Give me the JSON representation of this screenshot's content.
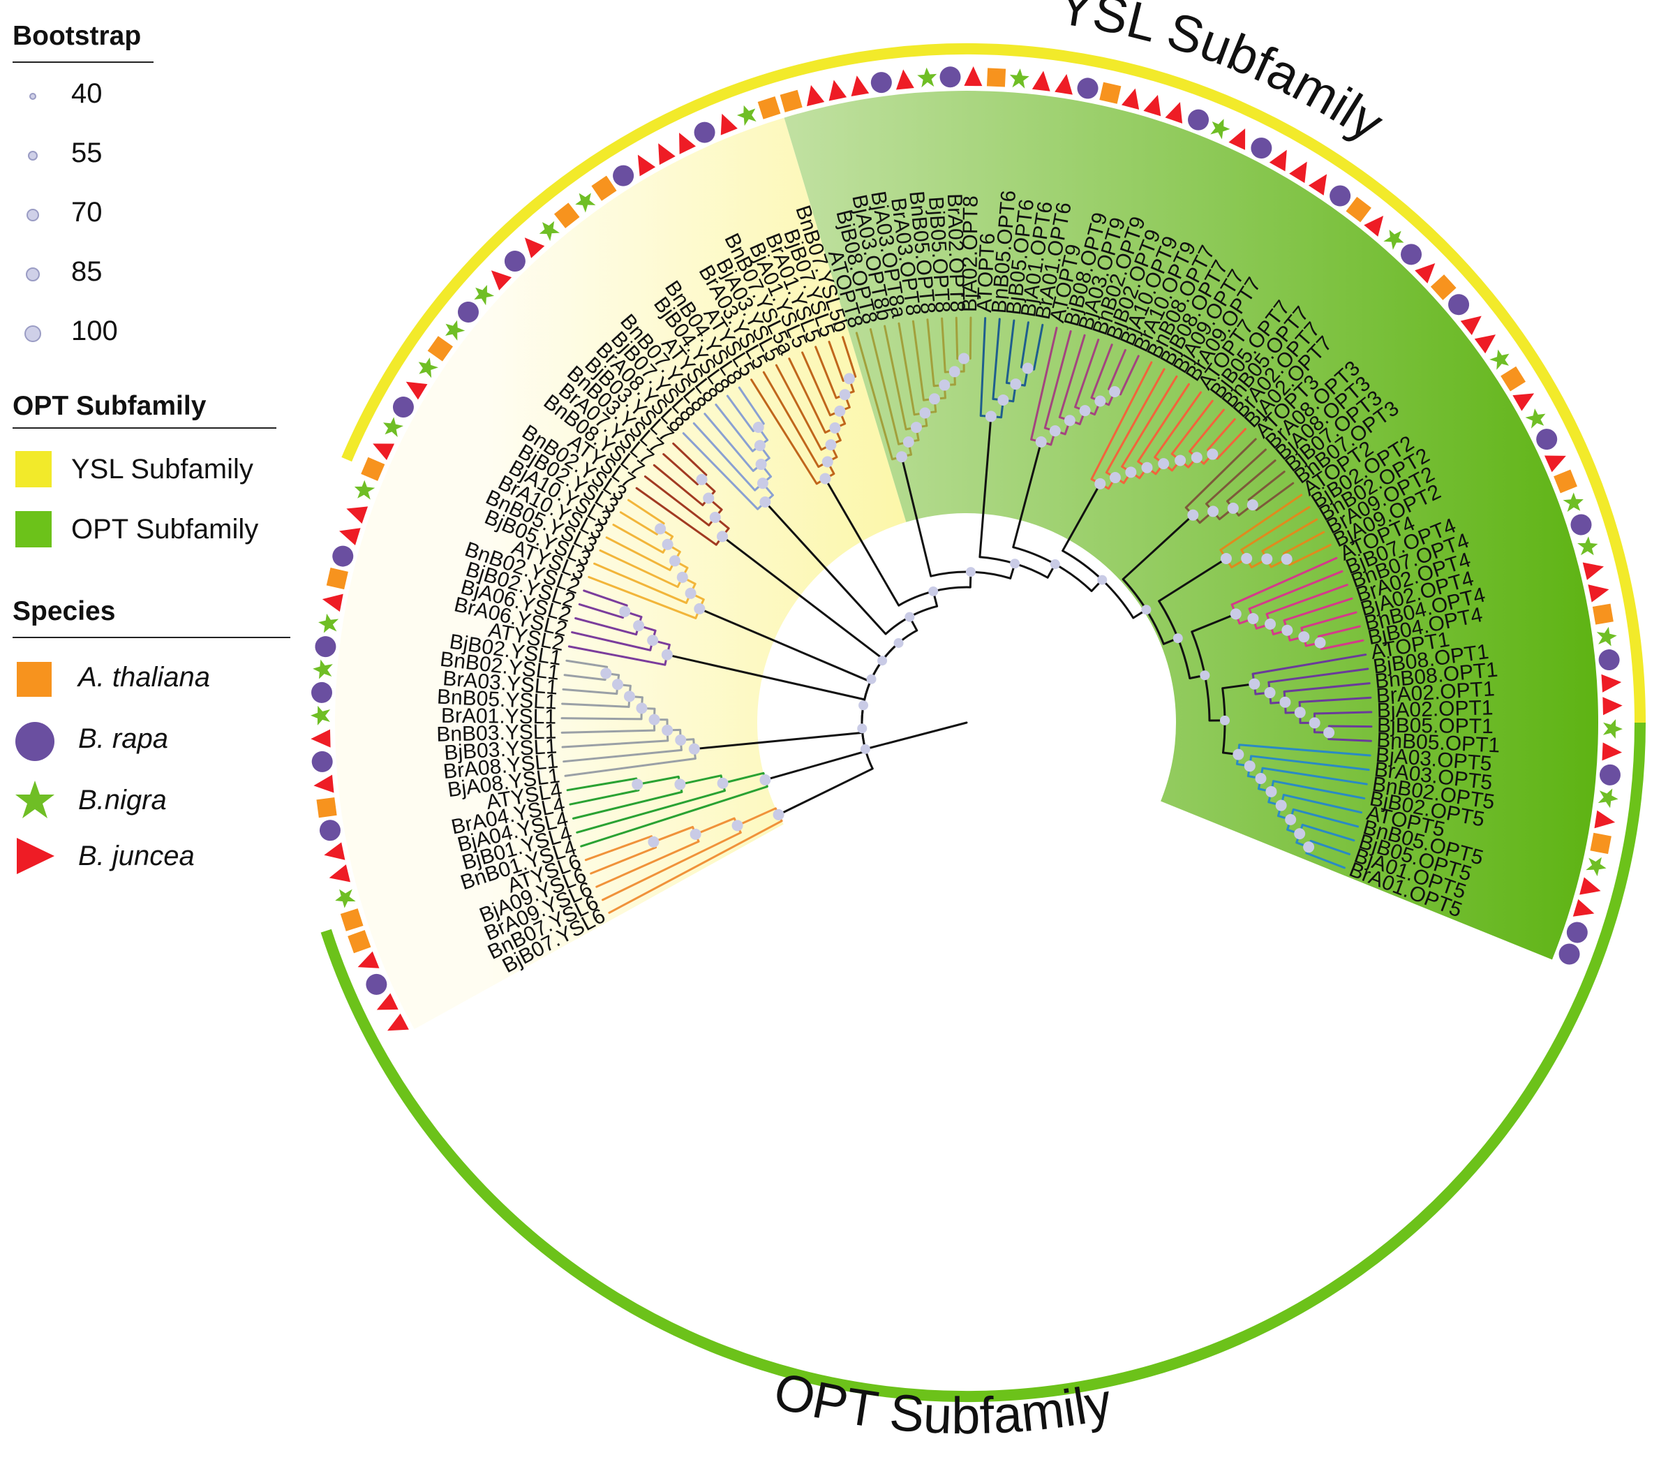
{
  "legend": {
    "bootstrap_title": "Bootstrap",
    "bootstrap_values": [
      "40",
      "55",
      "70",
      "85",
      "100"
    ],
    "subfamily_title": "OPT Subfamily",
    "subfamilies": [
      {
        "label": "YSL Subfamily",
        "color": "#f2ea2a"
      },
      {
        "label": "OPT Subfamily",
        "color": "#6cc21a"
      }
    ],
    "species_title": "Species",
    "species": [
      {
        "label": "A. thaliana",
        "shape": "square",
        "color": "#f7931e"
      },
      {
        "label": "B. rapa",
        "shape": "circle",
        "color": "#6a4fa0"
      },
      {
        "label": "B.nigra",
        "shape": "star",
        "color": "#6fbe25"
      },
      {
        "label": "B. juncea",
        "shape": "triangle",
        "color": "#ee1c25"
      }
    ]
  },
  "arc_titles": {
    "ysl": "YSL Subfamily",
    "opt": "OPT Subfamily"
  },
  "tree": {
    "leaves": [
      {
        "label": "BjB07.YSL6",
        "shape": "triangle",
        "clade": "orange"
      },
      {
        "label": "BnB07.YSL6",
        "shape": "triangle",
        "clade": "orange"
      },
      {
        "label": "BrA09.YSL6",
        "shape": "circle",
        "clade": "orange"
      },
      {
        "label": "BjA09.YSL6",
        "shape": "triangle",
        "clade": "orange"
      },
      {
        "label": "ATYSL6",
        "shape": "square",
        "clade": "orange"
      },
      {
        "label": "BnB01.YSL4",
        "shape": "square",
        "clade": "green"
      },
      {
        "label": "BjB01.YSL4",
        "shape": "star",
        "clade": "green"
      },
      {
        "label": "BjA04.YSL4",
        "shape": "triangle",
        "clade": "green"
      },
      {
        "label": "BrA04.YSL4",
        "shape": "triangle",
        "clade": "green"
      },
      {
        "label": "ATYSL4",
        "shape": "circle",
        "clade": "green"
      },
      {
        "label": "BjA08.YSL1",
        "shape": "square",
        "clade": "gray"
      },
      {
        "label": "BrA08.YSL1",
        "shape": "triangle",
        "clade": "gray"
      },
      {
        "label": "BjB03.YSL1",
        "shape": "circle",
        "clade": "gray"
      },
      {
        "label": "BnB03.YSL1",
        "shape": "triangle",
        "clade": "gray"
      },
      {
        "label": "BrA01.YSL1",
        "shape": "star",
        "clade": "gray"
      },
      {
        "label": "BnB05.YSL1",
        "shape": "circle",
        "clade": "gray"
      },
      {
        "label": "BrA03.YSL1",
        "shape": "star",
        "clade": "gray"
      },
      {
        "label": "BnB02.YSL1",
        "shape": "circle",
        "clade": "gray"
      },
      {
        "label": "BjB02.YSL1",
        "shape": "star",
        "clade": "gray"
      },
      {
        "label": "ATYSL2",
        "shape": "triangle",
        "clade": "purple"
      },
      {
        "label": "BrA06.YSL2",
        "shape": "square",
        "clade": "purple"
      },
      {
        "label": "BjA06.YSL2",
        "shape": "circle",
        "clade": "purple"
      },
      {
        "label": "BjB02.YSL2",
        "shape": "triangle",
        "clade": "purple"
      },
      {
        "label": "BnB02.YSL2",
        "shape": "triangle",
        "clade": "purple"
      },
      {
        "label": "ATYSL3",
        "shape": "star",
        "clade": "yellow"
      },
      {
        "label": "BjB05.YSL3",
        "shape": "square",
        "clade": "yellow"
      },
      {
        "label": "BnB05.YSL3",
        "shape": "triangle",
        "clade": "yellow"
      },
      {
        "label": "BrA10.YSL3",
        "shape": "star",
        "clade": "yellow"
      },
      {
        "label": "BjA10.YSL3",
        "shape": "circle",
        "clade": "yellow"
      },
      {
        "label": "BjB02.YSL3",
        "shape": "triangle",
        "clade": "yellow"
      },
      {
        "label": "BnB02.YSL3",
        "shape": "star",
        "clade": "yellow"
      },
      {
        "label": "ATYSL7",
        "shape": "square",
        "clade": "red"
      },
      {
        "label": "BnB08.YSL7",
        "shape": "star",
        "clade": "red"
      },
      {
        "label": "BrA07.YSL7",
        "shape": "circle",
        "clade": "red"
      },
      {
        "label": "BnB03.YSL7",
        "shape": "star",
        "clade": "red"
      },
      {
        "label": "BjB03.YSL7",
        "shape": "triangle",
        "clade": "red"
      },
      {
        "label": "BrA08.YSL8",
        "shape": "circle",
        "clade": "blue"
      },
      {
        "label": "BjB07.YSL8",
        "shape": "triangle",
        "clade": "blue"
      },
      {
        "label": "BnB07.YSL8",
        "shape": "star",
        "clade": "blue"
      },
      {
        "label": "ATYSL8",
        "shape": "square",
        "clade": "blue"
      },
      {
        "label": "BjB04.YSL8",
        "shape": "star",
        "clade": "blue"
      },
      {
        "label": "BnB04.YSL8",
        "shape": "square",
        "clade": "blue"
      },
      {
        "label": "ATYSL5",
        "shape": "circle",
        "clade": "brown"
      },
      {
        "label": "BrA03.YSL5",
        "shape": "triangle",
        "clade": "brown"
      },
      {
        "label": "BjA03.YSL5",
        "shape": "triangle",
        "clade": "brown"
      },
      {
        "label": "BnB07.YSL5a",
        "shape": "triangle",
        "clade": "brown"
      },
      {
        "label": "BjA01.YSL5",
        "shape": "circle",
        "clade": "brown"
      },
      {
        "label": "BrA01.YSL5",
        "shape": "triangle",
        "clade": "brown"
      },
      {
        "label": "BjB07.YSL5",
        "shape": "star",
        "clade": "brown"
      },
      {
        "label": "BnB07.YSL5b",
        "shape": "square",
        "clade": "brown"
      },
      {
        "label": "ATOPT8",
        "shape": "square",
        "clade": "olive"
      },
      {
        "label": "BjB08.OPT8",
        "shape": "triangle",
        "clade": "olive"
      },
      {
        "label": "BjA03.OPT8b",
        "shape": "triangle",
        "clade": "olive"
      },
      {
        "label": "BjA03.OPT8a",
        "shape": "triangle",
        "clade": "olive"
      },
      {
        "label": "BrA03.OPT8",
        "shape": "circle",
        "clade": "olive"
      },
      {
        "label": "BnB05.OPT8",
        "shape": "triangle",
        "clade": "olive"
      },
      {
        "label": "BjB05.OPT8",
        "shape": "star",
        "clade": "olive"
      },
      {
        "label": "BrA02.OPT8",
        "shape": "circle",
        "clade": "olive"
      },
      {
        "label": "BjA02.OPT8",
        "shape": "triangle",
        "clade": "olive"
      },
      {
        "label": "ATOPT6",
        "shape": "square",
        "clade": "navy"
      },
      {
        "label": "BnB05.OPT6",
        "shape": "star",
        "clade": "navy"
      },
      {
        "label": "BjB05.OPT6",
        "shape": "triangle",
        "clade": "navy"
      },
      {
        "label": "BjA01.OPT6",
        "shape": "triangle",
        "clade": "navy"
      },
      {
        "label": "BrA01.OPT6",
        "shape": "circle",
        "clade": "navy"
      },
      {
        "label": "ATOPT9",
        "shape": "square",
        "clade": "plum"
      },
      {
        "label": "BjB08.OPT9",
        "shape": "triangle",
        "clade": "plum"
      },
      {
        "label": "BjA03.OPT9",
        "shape": "triangle",
        "clade": "plum"
      },
      {
        "label": "BnB02.OPT9",
        "shape": "triangle",
        "clade": "plum"
      },
      {
        "label": "BjB02.OPT9",
        "shape": "circle",
        "clade": "plum"
      },
      {
        "label": "BjA10.OPT9",
        "shape": "star",
        "clade": "plum"
      },
      {
        "label": "BrA10.OPT9",
        "shape": "triangle",
        "clade": "plum"
      },
      {
        "label": "BnB08.OPT7",
        "shape": "circle",
        "clade": "coral"
      },
      {
        "label": "BjB08.OPT7",
        "shape": "triangle",
        "clade": "coral"
      },
      {
        "label": "BjA09.OPT7",
        "shape": "triangle",
        "clade": "coral"
      },
      {
        "label": "BrA09.OPT7",
        "shape": "triangle",
        "clade": "coral"
      },
      {
        "label": "ATOPT7",
        "shape": "circle",
        "clade": "coral"
      },
      {
        "label": "BjB05.OPT7",
        "shape": "square",
        "clade": "coral"
      },
      {
        "label": "BnB05.OPT7",
        "shape": "triangle",
        "clade": "coral"
      },
      {
        "label": "BrA02.OPT7",
        "shape": "star",
        "clade": "coral"
      },
      {
        "label": "BjA02.OPT7",
        "shape": "circle",
        "clade": "coral"
      },
      {
        "label": "ATOPT3",
        "shape": "triangle",
        "clade": "sepia"
      },
      {
        "label": "BrA08.OPT3",
        "shape": "square",
        "clade": "sepia"
      },
      {
        "label": "BjA08.OPT3",
        "shape": "circle",
        "clade": "sepia"
      },
      {
        "label": "BjB07.OPT3",
        "shape": "triangle",
        "clade": "sepia"
      },
      {
        "label": "BnB07.OPT3",
        "shape": "triangle",
        "clade": "sepia"
      },
      {
        "label": "ATOPT2",
        "shape": "star",
        "clade": "amber"
      },
      {
        "label": "BjB02.OPT2",
        "shape": "square",
        "clade": "amber"
      },
      {
        "label": "BnB02.OPT2",
        "shape": "triangle",
        "clade": "amber"
      },
      {
        "label": "BrA09.OPT2",
        "shape": "star",
        "clade": "amber"
      },
      {
        "label": "BjA09.OPT2",
        "shape": "circle",
        "clade": "amber"
      },
      {
        "label": "ATOPT4",
        "shape": "triangle",
        "clade": "magenta"
      },
      {
        "label": "BjB07.OPT4",
        "shape": "square",
        "clade": "magenta"
      },
      {
        "label": "BnB07.OPT4",
        "shape": "star",
        "clade": "magenta"
      },
      {
        "label": "BrA02.OPT4",
        "shape": "circle",
        "clade": "magenta"
      },
      {
        "label": "BjA02.OPT4",
        "shape": "star",
        "clade": "magenta"
      },
      {
        "label": "BnB04.OPT4",
        "shape": "triangle",
        "clade": "magenta"
      },
      {
        "label": "BjB04.OPT4",
        "shape": "triangle",
        "clade": "magenta"
      },
      {
        "label": "ATOPT1",
        "shape": "square",
        "clade": "violet"
      },
      {
        "label": "BjB08.OPT1",
        "shape": "star",
        "clade": "violet"
      },
      {
        "label": "BnB08.OPT1",
        "shape": "circle",
        "clade": "violet"
      },
      {
        "label": "BrA02.OPT1",
        "shape": "triangle",
        "clade": "violet"
      },
      {
        "label": "BjA02.OPT1",
        "shape": "triangle",
        "clade": "violet"
      },
      {
        "label": "BjB05.OPT1",
        "shape": "star",
        "clade": "violet"
      },
      {
        "label": "BnB05.OPT1",
        "shape": "triangle",
        "clade": "violet"
      },
      {
        "label": "BjA03.OPT5",
        "shape": "circle",
        "clade": "sky"
      },
      {
        "label": "BrA03.OPT5",
        "shape": "star",
        "clade": "sky"
      },
      {
        "label": "BnB02.OPT5",
        "shape": "triangle",
        "clade": "sky"
      },
      {
        "label": "BjB02.OPT5",
        "shape": "square",
        "clade": "sky"
      },
      {
        "label": "ATOPT5",
        "shape": "star",
        "clade": "sky"
      },
      {
        "label": "BnB05.OPT5",
        "shape": "triangle",
        "clade": "sky"
      },
      {
        "label": "BjB05.OPT5",
        "shape": "triangle",
        "clade": "sky"
      },
      {
        "label": "BjA01.OPT5",
        "shape": "circle",
        "clade": "sky"
      },
      {
        "label": "BrA01.OPT5",
        "shape": "circle",
        "clade": "sky"
      }
    ],
    "ysl_count": 50,
    "clade_colors": {
      "orange": "#f0923a",
      "green": "#2aa233",
      "gray": "#9aa0a6",
      "purple": "#7b3d9c",
      "yellow": "#f2b53a",
      "red": "#a23a22",
      "blue": "#8aa0d2",
      "brown": "#c0661c",
      "olive": "#a2a03c",
      "navy": "#1f5e8e",
      "plum": "#a3457f",
      "coral": "#f2643c",
      "sepia": "#7d5a3a",
      "amber": "#e08a1e",
      "magenta": "#d43a8a",
      "violet": "#6a3b9a",
      "sky": "#2a8ac4"
    },
    "symbol_colors": {
      "square": "#f7931e",
      "circle": "#6a4fa0",
      "star": "#6fbe25",
      "triangle": "#ee1c25"
    },
    "bootstrap_node_color": "#c9cbe6"
  }
}
